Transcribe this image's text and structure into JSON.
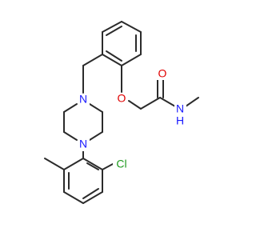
{
  "molecule": {
    "atoms": {
      "O_carbonyl": "O",
      "O_ether": "O",
      "N_amide": "N",
      "H_amide": "H",
      "N_piperazine_top": "N",
      "N_piperazine_bottom": "N",
      "Cl": "Cl"
    },
    "colors": {
      "bond": "#2b2b2b",
      "oxygen": "#e00000",
      "nitrogen": "#1a1aff",
      "chlorine": "#1f9a1f"
    }
  }
}
